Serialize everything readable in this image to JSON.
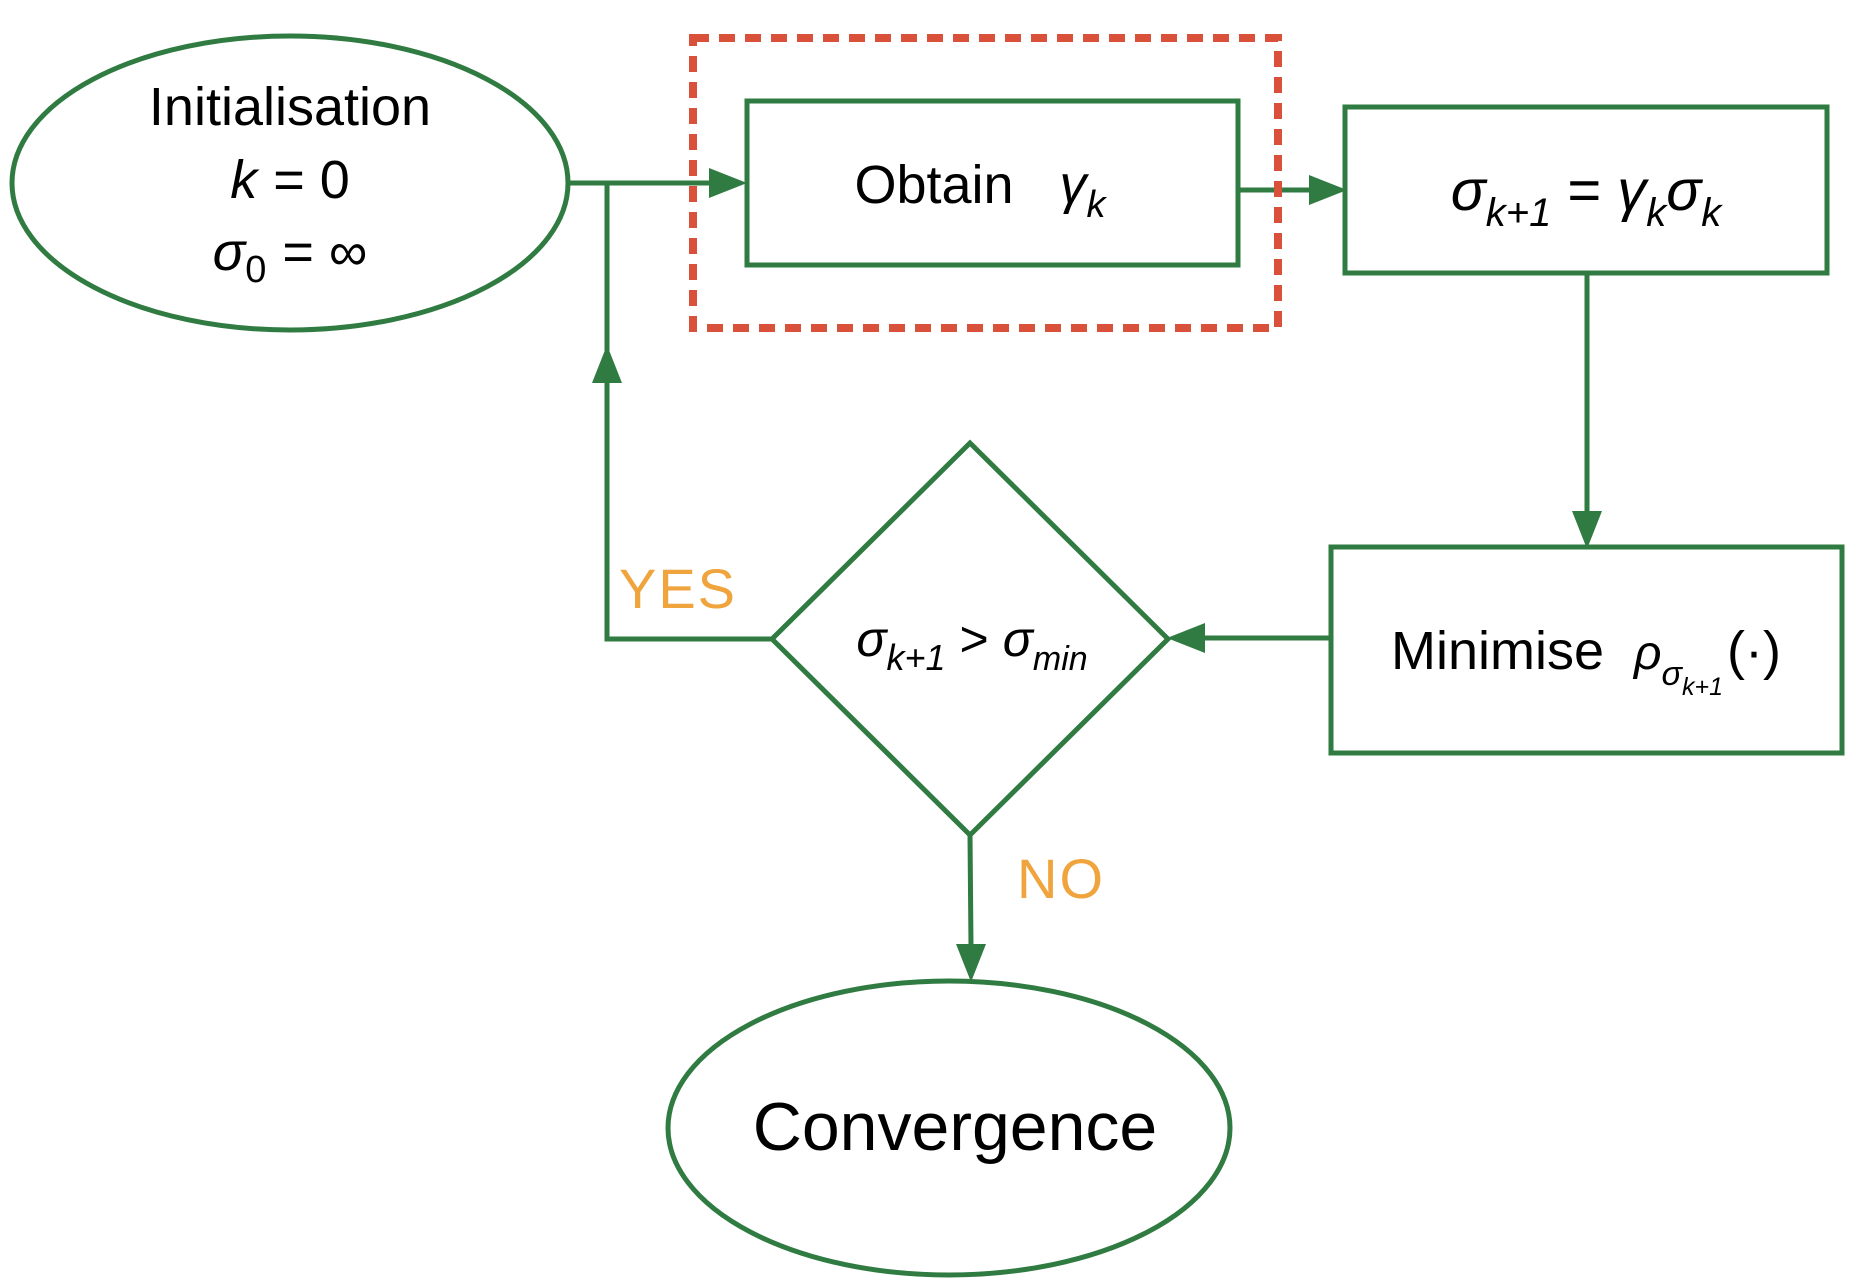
{
  "colors": {
    "green": "#2f7b41",
    "red": "#d9513a",
    "orange": "#efa43d",
    "text": "#000000",
    "background": "#ffffff"
  },
  "nodes": {
    "init": {
      "title": "Initialisation",
      "var_k": "k",
      "k_value": "= 0",
      "sigma": "σ",
      "sigma_sub": "0",
      "sigma_value": "= ∞"
    },
    "obtain": {
      "label": "Obtain",
      "gamma": "γ",
      "gamma_sub": "k"
    },
    "update": {
      "sigma": "σ",
      "sigma_sub": "k+1",
      "equals": "=",
      "gamma": "γ",
      "gamma_sub": "k",
      "sigma2": "σ",
      "sigma2_sub": "k"
    },
    "minimise": {
      "label": "Minimise",
      "rho": "ρ",
      "rho_sub": "σ",
      "rho_subsub": "k+1",
      "args": "(·)"
    },
    "decision": {
      "sigma": "σ",
      "sigma_sub": "k+1",
      "operator": ">",
      "sigma2": "σ",
      "sigma2_sub": "min"
    },
    "convergence": {
      "label": "Convergence"
    }
  },
  "edge_labels": {
    "yes": "YES",
    "no": "NO"
  }
}
